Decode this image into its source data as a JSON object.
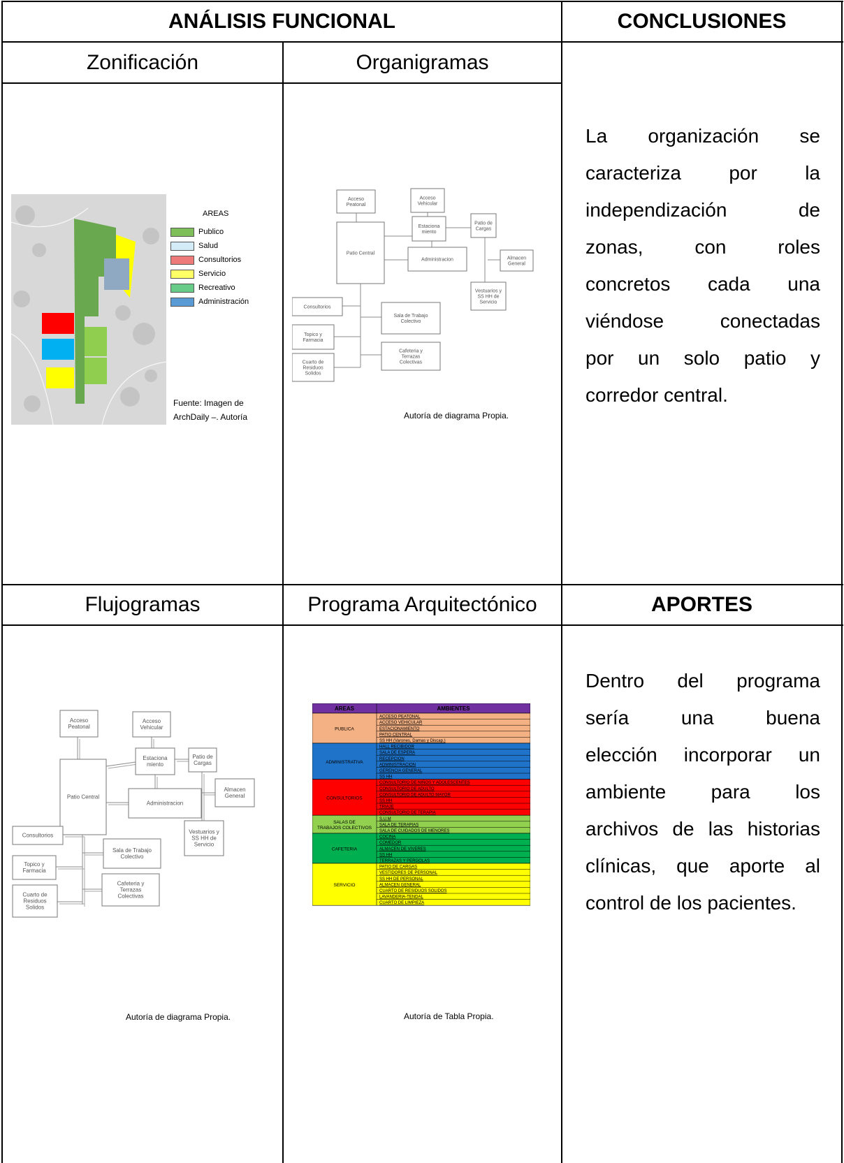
{
  "headers": {
    "analisis": "ANÁLISIS FUNCIONAL",
    "conclusiones": "CONCLUSIONES",
    "zonificacion": "Zonificación",
    "organigramas": "Organigramas",
    "flujogramas": "Flujogramas",
    "programa": "Programa Arquitectónico",
    "aportes": "APORTES"
  },
  "conclusiones_lines": [
    "La organización se",
    "caracteriza por la",
    "independización de",
    "zonas, con roles",
    "concretos cada una",
    "viéndose conectadas",
    "por un solo patio y",
    "corredor central."
  ],
  "aportes_lines": [
    "Dentro del programa",
    "sería una buena",
    "elección incorporar un",
    "ambiente para los",
    "archivos de las historias",
    "clínicas, que aporte al",
    "control de los pacientes."
  ],
  "zonificacion": {
    "legend_title": "AREAS",
    "legend": [
      {
        "label": "Publico",
        "color": "#7fbf5a"
      },
      {
        "label": "Salud",
        "color": "#d3ecf8"
      },
      {
        "label": "Consultorios",
        "color": "#ef7a7a"
      },
      {
        "label": "Servicio",
        "color": "#ffff66"
      },
      {
        "label": "Recreativo",
        "color": "#66cc88"
      },
      {
        "label": "Administración",
        "color": "#5b9bd5"
      }
    ],
    "source_line1": "Fuente: Imagen de",
    "source_line2": "ArchDaily –. Autoría"
  },
  "organigrama": {
    "nodes": {
      "acceso_peatonal": [
        "Acceso",
        "Peatonal"
      ],
      "acceso_vehicular": [
        "Acceso",
        "Vehicular"
      ],
      "estacionamiento": [
        "Estaciona",
        "miento"
      ],
      "patio_cargas": [
        "Patio de",
        "Cargas"
      ],
      "patio_central": [
        "Patio Central"
      ],
      "administracion": [
        "Administracion"
      ],
      "almacen_general": [
        "Almacen",
        "General"
      ],
      "vestuarios": [
        "Vestuarios y",
        "SS HH de",
        "Servicio"
      ],
      "consultorios": [
        "Consultorios"
      ],
      "sala_trabajo": [
        "Sala de Trabajo",
        "Colectivo"
      ],
      "topico": [
        "Topico y",
        "Farmacia"
      ],
      "cafeteria": [
        "Cafeteria y",
        "Terrazas",
        "Colectivas"
      ],
      "cuarto_residuos": [
        "Cuarto de",
        "Residuos",
        "Solidos"
      ]
    },
    "caption": "Autoría de diagrama Propia."
  },
  "flujograma": {
    "caption": "Autoría de diagrama Propia."
  },
  "programa": {
    "col_areas": "AREAS",
    "col_ambientes": "AMBIENTES",
    "groups": [
      {
        "area": "PUBLICA",
        "color": "#f4b183",
        "items": [
          "ACCESO PEATONAL",
          "ACCESO VEHICULAR",
          "ESTACIONAMIENTO",
          "PATIO CENTRAL",
          "SS HH (Varones, Damas y Discap.)"
        ]
      },
      {
        "area": "ADMINISTRATIVA",
        "color": "#1f74c9",
        "items": [
          "HALL RECIBIDOR",
          "SALA DE ESPERA",
          "RECEPCION",
          "ADMINISTRACION",
          "GERENCIA GENERAL",
          "SS HH"
        ]
      },
      {
        "area": "CONSULTORIOS",
        "color": "#ff0000",
        "items": [
          "CONSULTORIO DE NIÑOS Y ADOLESCENTES",
          "CONSULTORIO DE ADULTO",
          "CONSULTORIO DE ADULTO MAYOR",
          "SS HH",
          "TRIAJE",
          "CONSULTORIO DE TERAPIA"
        ]
      },
      {
        "area": "SALAS DE TRABAJOS COLECTIVOS",
        "color": "#92d050",
        "items": [
          "S.U.M",
          "SALA DE TERAPIAS",
          "SALA DE CUIDADOS DE MENORES"
        ]
      },
      {
        "area": "CAFETERIA",
        "color": "#00b050",
        "items": [
          "COCINA",
          "COMEDOR",
          "ALMACEN DE VIVERES",
          "SS HH",
          "TERRAZAS Y PERGOLAS"
        ]
      },
      {
        "area": "SERVICIO",
        "color": "#ffff00",
        "items": [
          "PATIO DE CARGAS",
          "VESTIDORES DE PERSONAL",
          "SS HH DE PERSONAL",
          "ALMACEN GENERAL",
          "CUARTO DE RESIDUOS SOLIDOS",
          "LAVANDERIA-TENDAL",
          "CUARTO DE LIMPIEZA"
        ]
      }
    ],
    "caption": "Autoría de Tabla Propia."
  },
  "colors": {
    "header_purple": "#7030a0",
    "line": "#000000",
    "box_stroke": "#777777"
  }
}
